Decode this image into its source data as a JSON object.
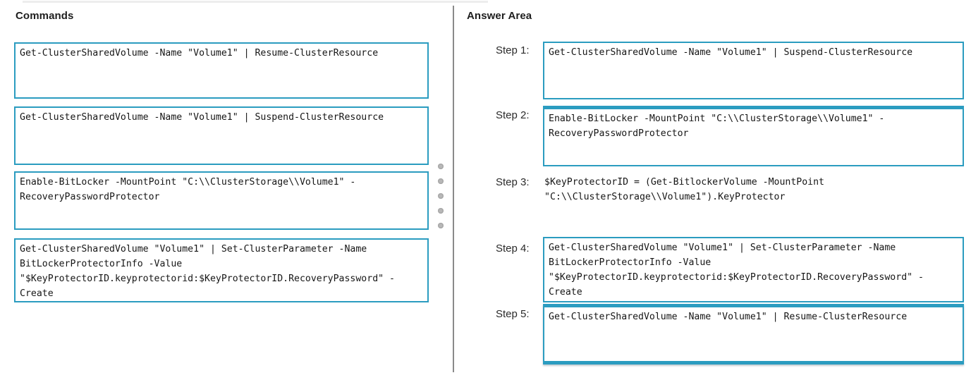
{
  "colors": {
    "accent": "#2b9cc0",
    "divider": "#8a8a8a",
    "dots": "#b8b8b8"
  },
  "left": {
    "title": "Commands",
    "commands": [
      {
        "text": "Get-ClusterSharedVolume -Name \"Volume1\" | Resume-ClusterResource"
      },
      {
        "text": "Get-ClusterSharedVolume -Name \"Volume1\" | Suspend-ClusterResource"
      },
      {
        "text": "Enable-BitLocker -MountPoint \"C:\\\\ClusterStorage\\\\Volume1\" -\nRecoveryPasswordProtector"
      },
      {
        "text": "Get-ClusterSharedVolume \"Volume1\" | Set-ClusterParameter -Name\nBitLockerProtectorInfo -Value\n\"$KeyProtectorID.keyprotectorid:$KeyProtectorID.RecoveryPassword\" -\nCreate"
      }
    ]
  },
  "right": {
    "title": "Answer Area",
    "steps": [
      {
        "label": "Step 1:",
        "boxed": true,
        "text": "Get-ClusterSharedVolume -Name \"Volume1\" | Suspend-ClusterResource"
      },
      {
        "label": "Step 2:",
        "boxed": true,
        "text": "Enable-BitLocker -MountPoint \"C:\\\\ClusterStorage\\\\Volume1\" -\nRecoveryPasswordProtector"
      },
      {
        "label": "Step 3:",
        "boxed": false,
        "text": "$KeyProtectorID = (Get-BitlockerVolume -MountPoint\n\"C:\\\\ClusterStorage\\\\Volume1\").KeyProtector"
      },
      {
        "label": "Step 4:",
        "boxed": true,
        "text": "Get-ClusterSharedVolume \"Volume1\" | Set-ClusterParameter -Name\nBitLockerProtectorInfo -Value\n\"$KeyProtectorID.keyprotectorid:$KeyProtectorID.RecoveryPassword\" -\nCreate"
      },
      {
        "label": "Step 5:",
        "boxed": true,
        "text": "Get-ClusterSharedVolume -Name \"Volume1\" | Resume-ClusterResource"
      }
    ]
  }
}
